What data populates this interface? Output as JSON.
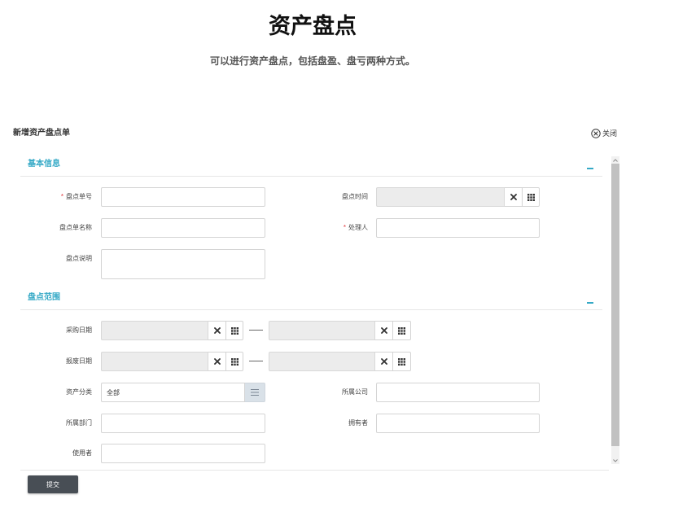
{
  "header": {
    "title": "资产盘点",
    "subtitle": "可以进行资产盘点，包括盘盈、盘亏两种方式。"
  },
  "form": {
    "title": "新增资产盘点单",
    "close": {
      "label": "关闭",
      "icon": "close-circle-icon"
    },
    "required_mark": "*",
    "sections": [
      {
        "title": "基本信息",
        "toggle_icon": "minus-icon"
      },
      {
        "title": "盘点范围",
        "toggle_icon": "minus-icon"
      }
    ],
    "basic": {
      "order_no": {
        "label": "盘点单号",
        "required": true,
        "value": ""
      },
      "check_time": {
        "label": "盘点时间",
        "value": "",
        "disabled": true,
        "clear_icon": "clear-icon",
        "picker_icon": "grid-icon"
      },
      "order_name": {
        "label": "盘点单名称",
        "value": ""
      },
      "handler": {
        "label": "处理人",
        "required": true,
        "value": ""
      },
      "description": {
        "label": "盘点说明",
        "value": ""
      }
    },
    "range": {
      "purchase_date": {
        "label": "采购日期",
        "from": "",
        "to": "",
        "clear_icon": "clear-icon",
        "picker_icon": "grid-icon"
      },
      "scrap_date": {
        "label": "报废日期",
        "from": "",
        "to": "",
        "clear_icon": "clear-icon",
        "picker_icon": "grid-icon"
      },
      "asset_category": {
        "label": "资产分类",
        "value": "全部",
        "picker_icon": "list-icon"
      },
      "company": {
        "label": "所属公司",
        "value": ""
      },
      "department": {
        "label": "所属部门",
        "value": ""
      },
      "owner": {
        "label": "拥有者",
        "value": ""
      },
      "user": {
        "label": "使用者",
        "value": ""
      }
    },
    "submit_label": "提交"
  },
  "colors": {
    "accent": "#35a9c6",
    "required": "#e0393e",
    "submit_button": "#484e55",
    "disabled_input": "#ececec"
  }
}
